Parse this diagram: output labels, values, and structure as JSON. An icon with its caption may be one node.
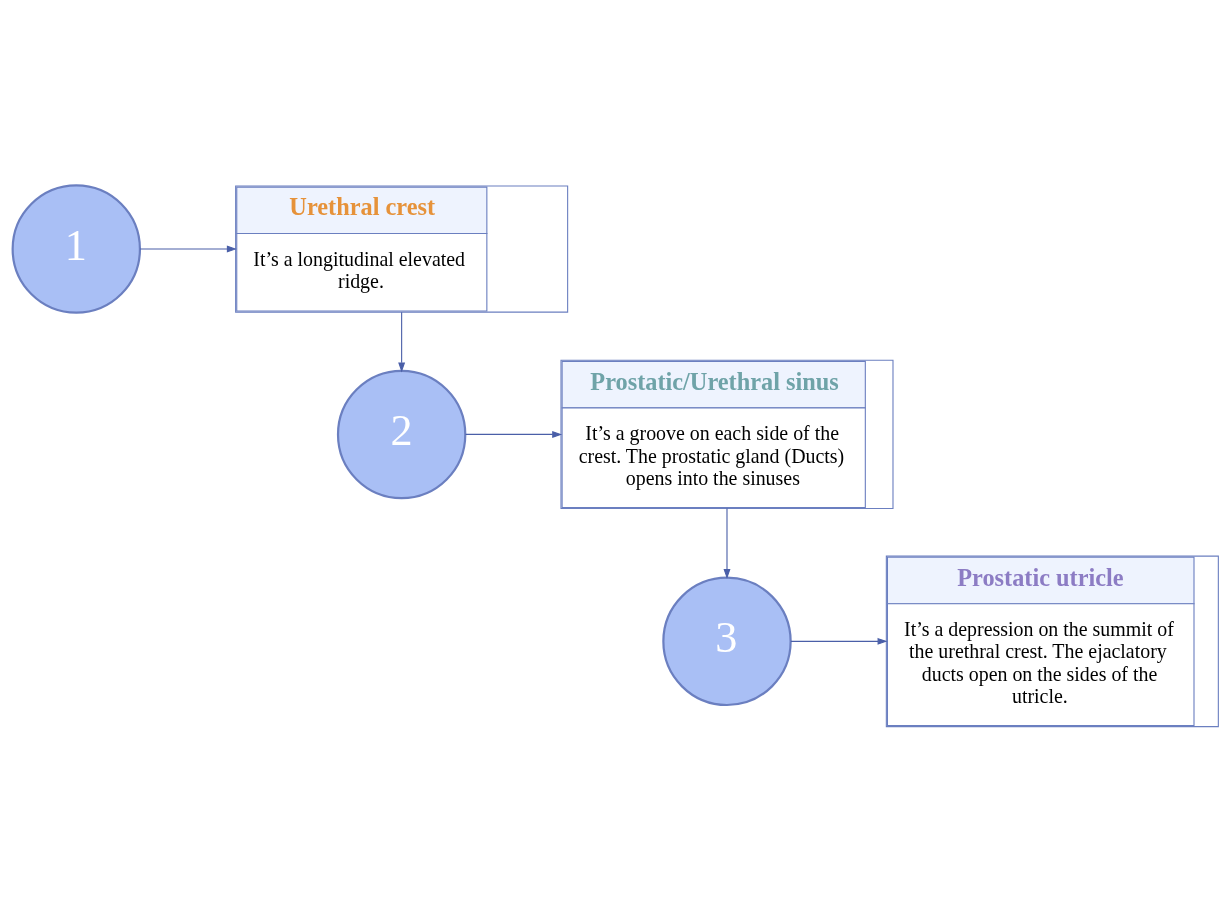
{
  "diagram": {
    "nodes": [
      {
        "text": [
          "1"
        ]
      },
      {
        "text": [
          "Urethral crest",
          "It’s a longitudinal elevated ridge."
        ]
      },
      {
        "text": [
          "2"
        ]
      },
      {
        "text": [
          "Prostatic/Urethral sinus",
          "It’s a groove on each side of the crest. The prostatic gland (Ducts) opens into the sinuses"
        ]
      },
      {
        "text": [
          "3"
        ]
      },
      {
        "text": [
          "Prostatic utricle",
          "It’s a depression on the summit of the urethral crest. The ejaclatory ducts open on the sides of the utricle."
        ]
      }
    ],
    "edges": [
      {
        "from": 0,
        "to": 1,
        "arrow": "to"
      },
      {
        "from": 1,
        "to": 2,
        "arrow": "to"
      },
      {
        "from": 2,
        "to": 3,
        "arrow": "to"
      },
      {
        "from": 3,
        "to": 4,
        "arrow": "to"
      },
      {
        "from": 4,
        "to": 5,
        "arrow": "to"
      }
    ]
  }
}
